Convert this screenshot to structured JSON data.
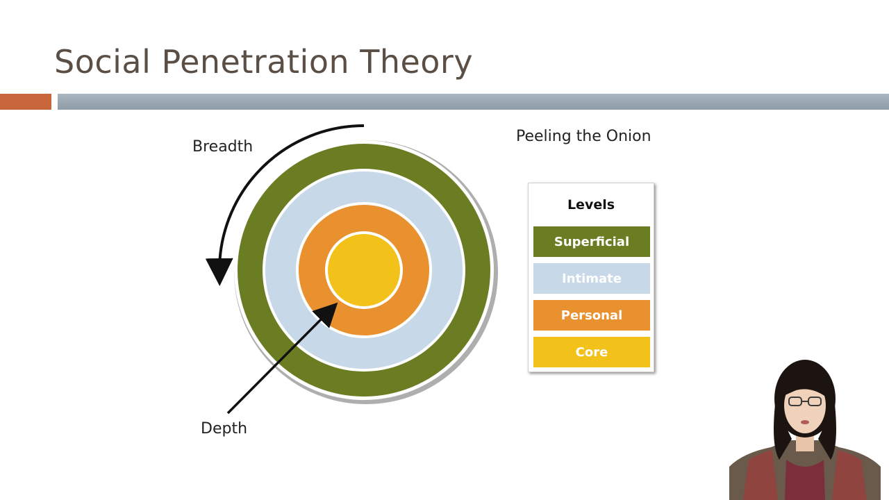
{
  "slide": {
    "title": "Social Penetration Theory"
  },
  "diagram": {
    "breadth_label": "Breadth",
    "depth_label": "Depth",
    "subtitle": "Peeling the Onion",
    "colors": {
      "superficial": "#6b7d22",
      "intimate": "#c7d9e8",
      "personal": "#e9902f",
      "core": "#f2c21b"
    }
  },
  "legend": {
    "title": "Levels",
    "items": [
      {
        "label": "Superficial",
        "color": "#6b7d22"
      },
      {
        "label": "Intimate",
        "color": "#c7d9e8"
      },
      {
        "label": "Personal",
        "color": "#e9902f"
      },
      {
        "label": "Core",
        "color": "#f2c21b"
      }
    ]
  }
}
